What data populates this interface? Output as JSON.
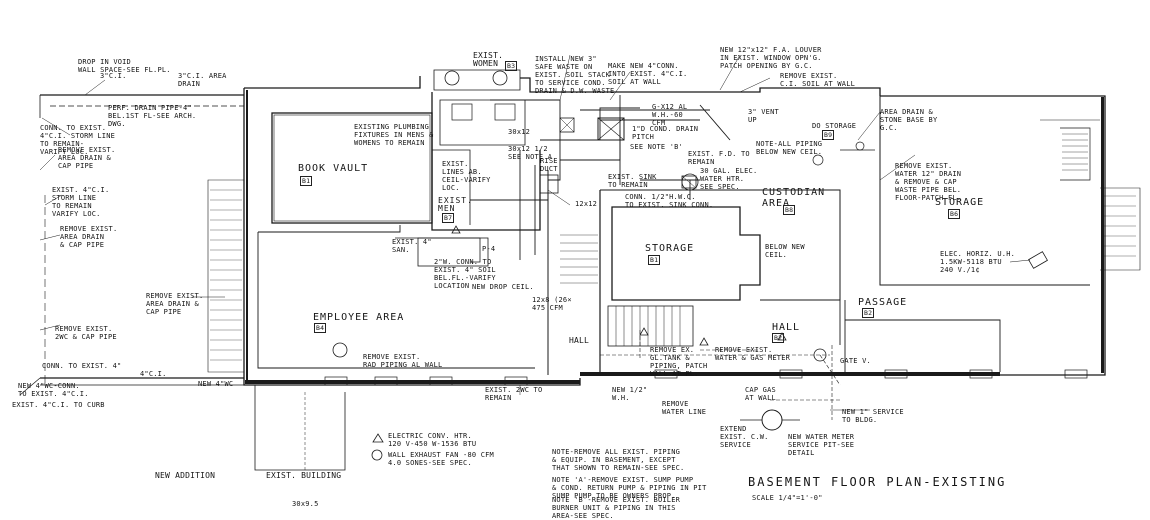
{
  "title": "BASEMENT FLOOR PLAN-EXISTING",
  "scale": "SCALE 1/4\"=1'-0\"",
  "rooms": {
    "book_vault": "BOOK VAULT",
    "book_vault_no": "B1",
    "exist_men": "EXIST. MEN",
    "exist_men_no": "B7",
    "exist_women": "EXIST. WOMEN",
    "exist_women_no": "B3",
    "employee_area": "EMPLOYEE AREA",
    "employee_area_no": "B4",
    "storage_center": "STORAGE",
    "storage_center_no": "B1",
    "custodian_area": "CUSTODIAN AREA",
    "custodian_area_no": "B8",
    "storage_right": "STORAGE",
    "storage_right_no": "B6",
    "do_storage": "DO STORAGE",
    "do_storage_no": "B9",
    "passage": "PASSAGE",
    "passage_no": "B2",
    "hall_center": "HALL",
    "hall_center_no": "B2",
    "hall_left": "HALL"
  },
  "notes": {
    "drop_in_void": "DROP IN VOID\nWALL SPACE-SEE FL.PL.",
    "ci_3": "3\"C.I.",
    "ci_3_area": "3\"C.I. AREA\nDRAIN",
    "perf_drain": "PERF. DRAIN PIPE-4\"\nBEL.1ST FL-SEE ARCH.\nDWG.",
    "conn_exist_storm": "CONN. TO EXIST.\n4\"C.I. STORM LINE\nTO REMAIN-\nVARIFY LOC.",
    "remove_area_drain_1": "REMOVE EXIST.\nAREA DRAIN &\nCAP PIPE",
    "exist_storm_remain": "EXIST. 4\"C.I.\nSTORM LINE\nTO REMAIN\nVARIFY LOC.",
    "remove_area_drain_2": "REMOVE EXIST.\nAREA DRAIN\n& CAP PIPE",
    "remove_area_drain_3": "REMOVE EXIST.\nAREA DRAIN &\nCAP PIPE",
    "remove_2wc": "REMOVE EXIST.\n2WC & CAP PIPE",
    "conn_exist_4": "CONN. TO EXIST. 4\"",
    "ci_4": "4\"C.I.",
    "new_4_wc": "NEW 4\"WC",
    "new_4_wc_conn": "NEW 4\"WC-CONN.\nTO EXIST. 4\"C.I.",
    "exist_ci_to_curb": "EXIST. 4\"C.I. TO CURB",
    "existing_plumbing": "EXISTING PLUMBING\nFIXTURES IN MENS &\nWOMENS TO REMAIN",
    "exist_lines_ab": "EXIST.\nLINES AB.\nCEIL-VARIFY\nLOC.",
    "exist_4_san": "EXIST. 4\"\nSAN.",
    "p4": "P-4",
    "conn_exist_soil": "2\"W. CONN. TO\nEXIST. 4\" SOIL\nBEL.FL.-VARIFY\nLOCATION",
    "new_drop_ceil": "NEW DROP CEIL.",
    "remove_rad_piping": "REMOVE EXIST.\nRAD PIPING AL WALL",
    "exist_2wc_remain": "EXIST. 2WC TO\nREMAIN",
    "install_new_safe_waste": "INSTALL NEW 3\"\nSAFE WASTE ON\nEXIST. SOIL STACK\nTO SERVICE COND.\nDRAIN & D.W. WASTE",
    "make_new_conn": "MAKE NEW 4\"CONN.\nINTO EXIST. 4\"C.I.\nSOIL AT WALL",
    "new_louver": "NEW 12\"x12\" F.A. LOUVER\nIN EXIST. WINDOW OPN'G.\nPATCH OPENING BY G.C.",
    "remove_exist_ci": "REMOVE EXIST.\nC.I. SOIL AT WALL",
    "vent_up": "3\" VENT\nUP",
    "area_drain_stone": "AREA DRAIN &\nSTONE BASE BY\nG.C.",
    "note_all_piping": "NOTE-ALL PIPING\nBELOW NEW CEIL.",
    "remove_water_drain": "REMOVE EXIST.\nWATER 12\" DRAIN\n& REMOVE & CAP\nWASTE PIPE BEL.\nFLOOR-PATCH FL.",
    "elec_horiz_uh": "ELEC. HORIZ. U.H.\n1.5KW-5118 BTU\n240 V./1¢",
    "conn_cold_drain": "1\"D COND. DRAIN\nPITCH",
    "see_note_b": "SEE NOTE 'B'",
    "exist_fd": "EXIST. F.D. TO\nREMAIN",
    "exist_sink": "EXIST. SINK\nTO REMAIN",
    "elec_water_htr": "30 GAL. ELEC.\nWATER HTR.\nSEE SPEC.",
    "conn_hwc": "CONN. 1/2\"H.W.C.\nTO EXIST. SINK CONN.",
    "below_new_ceil": "BELOW NEW\nCEIL.",
    "duct_30x12": "30x12 1/2\nSEE NOTE A",
    "riser_duct": "RISE\nDUCT",
    "duct_12x8": "12x8 (26×\n475 CFM",
    "remove_gas_water_htr": "REMOVE EX.\nGL.TANK &\nPIPING, PATCH\nWALL AT FL.",
    "remove_exist_water": "REMOVE EXIST.\nWATER & GAS METER",
    "gate_v": "GATE V.",
    "new_wh": "NEW 1/2\"\nW.H.",
    "remove_water_line": "REMOVE\nWATER LINE",
    "cap_gas": "CAP GAS\nAT WALL",
    "extend_cw": "EXTEND\nEXIST. C.W.\nSERVICE",
    "new_service": "NEW 1\" SERVICE\nTO BLDG.",
    "new_water_meter": "NEW WATER METER\nSERVICE PIT-SEE\nDETAIL",
    "note_remove_all": "NOTE-REMOVE ALL EXIST. PIPING\n& EQUIP. IN BASEMENT, EXCEPT\nTHAT SHOWN TO REMAIN-SEE SPEC.",
    "note_a": "NOTE 'A'-REMOVE EXIST. SUMP PUMP\n& COND. RETURN PUMP & PIPING IN PIT\nSUMP PUMP TO BE OWNERS PROP.",
    "note_b": "NOTE 'B'-REMOVE EXIST. BOILER\nBURNER UNIT & PIPING IN THIS\nAREA-SEE SPEC.",
    "new_addition": "NEW ADDITION",
    "exist_building": "EXIST. BUILDING",
    "dim_bottom": "30x9.5",
    "ac_unit": "G-X12 AL\nW.H.-60\nCFM",
    "size_12x12": "12x12",
    "size_30x12": "30x12"
  },
  "legend": {
    "electric_conv_htr": "ELECTRIC CONV. HTR.\n120 V-450 W-1536 BTU",
    "wall_exhaust_fan": "WALL EXHAUST FAN -80 CFM\n4.0 SONES-SEE SPEC."
  }
}
